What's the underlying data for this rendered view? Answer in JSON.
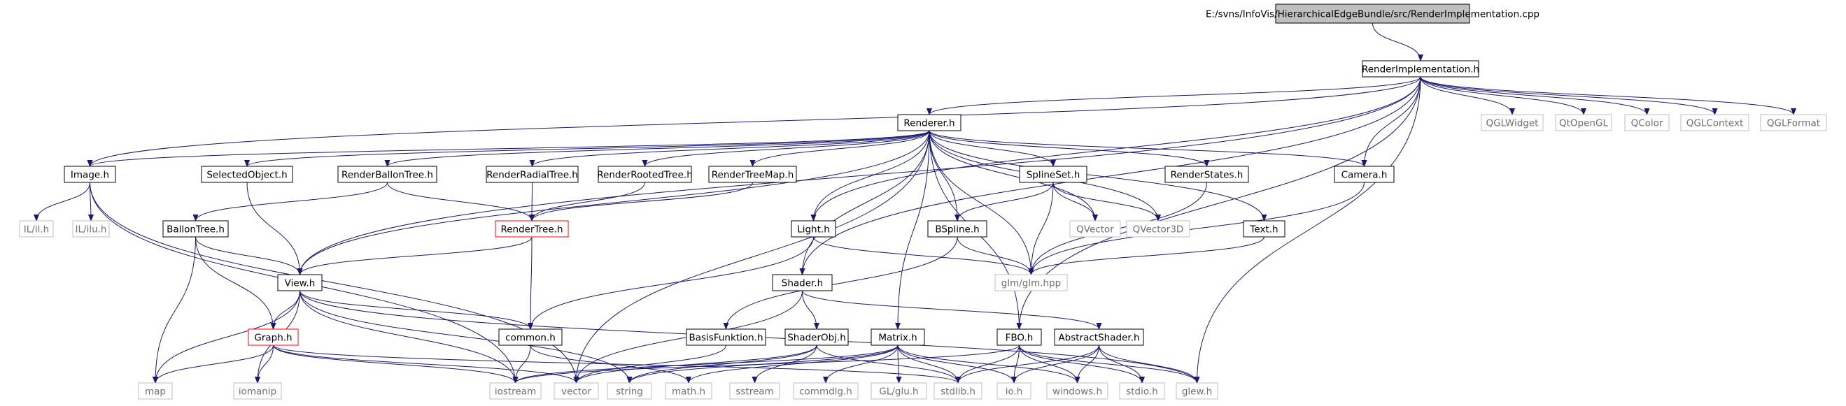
{
  "graph": {
    "colors": {
      "edge": "#191970",
      "root_fill": "#bfbfbf",
      "node_fill": "#ffffff",
      "node_border": "#000000",
      "external_border": "#bfbfbf",
      "truncated_border": "#ff0000",
      "text": "#000000",
      "external_text": "#707070"
    },
    "nodes": [
      {
        "id": "root",
        "label": "E:/svns/InfoVis/HierarchicalEdgeBundle/src/RenderImplementation.cpp",
        "kind": "root"
      },
      {
        "id": "rimpl",
        "label": "RenderImplementation.h",
        "kind": "local"
      },
      {
        "id": "renderer",
        "label": "Renderer.h",
        "kind": "local"
      },
      {
        "id": "qglwidget",
        "label": "QGLWidget",
        "kind": "external"
      },
      {
        "id": "qtopengl",
        "label": "QtOpenGL",
        "kind": "external"
      },
      {
        "id": "qcolor",
        "label": "QColor",
        "kind": "external"
      },
      {
        "id": "qglcontext",
        "label": "QGLContext",
        "kind": "external"
      },
      {
        "id": "qglformat",
        "label": "QGLFormat",
        "kind": "external"
      },
      {
        "id": "image",
        "label": "Image.h",
        "kind": "local"
      },
      {
        "id": "selobj",
        "label": "SelectedObject.h",
        "kind": "local"
      },
      {
        "id": "rballon",
        "label": "RenderBallonTree.h",
        "kind": "local"
      },
      {
        "id": "rradial",
        "label": "RenderRadialTree.h",
        "kind": "local"
      },
      {
        "id": "rrooted",
        "label": "RenderRootedTree.h",
        "kind": "local"
      },
      {
        "id": "rtreemap",
        "label": "RenderTreeMap.h",
        "kind": "local"
      },
      {
        "id": "splineset",
        "label": "SplineSet.h",
        "kind": "local"
      },
      {
        "id": "rstates",
        "label": "RenderStates.h",
        "kind": "local"
      },
      {
        "id": "camera",
        "label": "Camera.h",
        "kind": "local"
      },
      {
        "id": "ilil",
        "label": "IL/il.h",
        "kind": "external"
      },
      {
        "id": "ililu",
        "label": "IL/ilu.h",
        "kind": "external"
      },
      {
        "id": "ballontree",
        "label": "BallonTree.h",
        "kind": "local"
      },
      {
        "id": "rendertree",
        "label": "RenderTree.h",
        "kind": "truncated"
      },
      {
        "id": "light",
        "label": "Light.h",
        "kind": "local"
      },
      {
        "id": "bspline",
        "label": "BSpline.h",
        "kind": "local"
      },
      {
        "id": "qvector",
        "label": "QVector",
        "kind": "external"
      },
      {
        "id": "qvector3d",
        "label": "QVector3D",
        "kind": "external"
      },
      {
        "id": "text",
        "label": "Text.h",
        "kind": "local"
      },
      {
        "id": "view",
        "label": "View.h",
        "kind": "local"
      },
      {
        "id": "shader",
        "label": "Shader.h",
        "kind": "local"
      },
      {
        "id": "glm",
        "label": "glm/glm.hpp",
        "kind": "external"
      },
      {
        "id": "graph",
        "label": "Graph.h",
        "kind": "truncated"
      },
      {
        "id": "common",
        "label": "common.h",
        "kind": "local"
      },
      {
        "id": "basisf",
        "label": "BasisFunktion.h",
        "kind": "local"
      },
      {
        "id": "shaderobj",
        "label": "ShaderObj.h",
        "kind": "local"
      },
      {
        "id": "matrix",
        "label": "Matrix.h",
        "kind": "local"
      },
      {
        "id": "fbo",
        "label": "FBO.h",
        "kind": "local"
      },
      {
        "id": "abstractshader",
        "label": "AbstractShader.h",
        "kind": "local"
      },
      {
        "id": "map",
        "label": "map",
        "kind": "external"
      },
      {
        "id": "iomanip",
        "label": "iomanip",
        "kind": "external"
      },
      {
        "id": "iostream",
        "label": "iostream",
        "kind": "external"
      },
      {
        "id": "vector",
        "label": "vector",
        "kind": "external"
      },
      {
        "id": "string",
        "label": "string",
        "kind": "external"
      },
      {
        "id": "mathh",
        "label": "math.h",
        "kind": "external"
      },
      {
        "id": "sstream",
        "label": "sstream",
        "kind": "external"
      },
      {
        "id": "commdlg",
        "label": "commdlg.h",
        "kind": "external"
      },
      {
        "id": "glglu",
        "label": "GL/glu.h",
        "kind": "external"
      },
      {
        "id": "stdlib",
        "label": "stdlib.h",
        "kind": "external"
      },
      {
        "id": "ioh",
        "label": "io.h",
        "kind": "external"
      },
      {
        "id": "windows",
        "label": "windows.h",
        "kind": "external"
      },
      {
        "id": "stdio",
        "label": "stdio.h",
        "kind": "external"
      },
      {
        "id": "glew",
        "label": "glew.h",
        "kind": "external"
      }
    ],
    "edges": [
      [
        "root",
        "rimpl"
      ],
      [
        "rimpl",
        "renderer"
      ],
      [
        "rimpl",
        "qglwidget"
      ],
      [
        "rimpl",
        "qtopengl"
      ],
      [
        "rimpl",
        "qcolor"
      ],
      [
        "rimpl",
        "qglcontext"
      ],
      [
        "rimpl",
        "qglformat"
      ],
      [
        "rimpl",
        "image"
      ],
      [
        "rimpl",
        "view"
      ],
      [
        "rimpl",
        "light"
      ],
      [
        "rimpl",
        "shader"
      ],
      [
        "rimpl",
        "camera"
      ],
      [
        "rimpl",
        "fbo"
      ],
      [
        "rimpl",
        "glew"
      ],
      [
        "renderer",
        "image"
      ],
      [
        "renderer",
        "selobj"
      ],
      [
        "renderer",
        "rballon"
      ],
      [
        "renderer",
        "rradial"
      ],
      [
        "renderer",
        "rrooted"
      ],
      [
        "renderer",
        "rtreemap"
      ],
      [
        "renderer",
        "splineset"
      ],
      [
        "renderer",
        "rstates"
      ],
      [
        "renderer",
        "camera"
      ],
      [
        "renderer",
        "text"
      ],
      [
        "renderer",
        "view"
      ],
      [
        "renderer",
        "light"
      ],
      [
        "renderer",
        "bspline"
      ],
      [
        "renderer",
        "qvector"
      ],
      [
        "renderer",
        "qvector3d"
      ],
      [
        "renderer",
        "shader"
      ],
      [
        "renderer",
        "glm"
      ],
      [
        "renderer",
        "matrix"
      ],
      [
        "renderer",
        "vector"
      ],
      [
        "renderer",
        "fbo"
      ],
      [
        "image",
        "ilil"
      ],
      [
        "image",
        "ililu"
      ],
      [
        "image",
        "iostream"
      ],
      [
        "image",
        "vector"
      ],
      [
        "selobj",
        "view"
      ],
      [
        "rballon",
        "ballontree"
      ],
      [
        "rballon",
        "rendertree"
      ],
      [
        "rradial",
        "rendertree"
      ],
      [
        "rrooted",
        "rendertree"
      ],
      [
        "rtreemap",
        "rendertree"
      ],
      [
        "splineset",
        "bspline"
      ],
      [
        "splineset",
        "qvector"
      ],
      [
        "splineset",
        "qvector3d"
      ],
      [
        "splineset",
        "glm"
      ],
      [
        "rstates",
        "glm"
      ],
      [
        "camera",
        "glm"
      ],
      [
        "text",
        "glm"
      ],
      [
        "ballontree",
        "view"
      ],
      [
        "ballontree",
        "graph"
      ],
      [
        "ballontree",
        "map"
      ],
      [
        "rendertree",
        "view"
      ],
      [
        "rendertree",
        "common"
      ],
      [
        "light",
        "glm"
      ],
      [
        "light",
        "common"
      ],
      [
        "bspline",
        "glm"
      ],
      [
        "bspline",
        "basisf"
      ],
      [
        "view",
        "graph"
      ],
      [
        "view",
        "common"
      ],
      [
        "view",
        "map"
      ],
      [
        "view",
        "iomanip"
      ],
      [
        "view",
        "iostream"
      ],
      [
        "view",
        "string"
      ],
      [
        "view",
        "glew"
      ],
      [
        "shader",
        "shaderobj"
      ],
      [
        "shader",
        "abstractshader"
      ],
      [
        "shader",
        "vector"
      ],
      [
        "graph",
        "map"
      ],
      [
        "graph",
        "iomanip"
      ],
      [
        "graph",
        "iostream"
      ],
      [
        "graph",
        "vector"
      ],
      [
        "graph",
        "stdlib"
      ],
      [
        "common",
        "iostream"
      ],
      [
        "common",
        "mathh"
      ],
      [
        "basisf",
        "vector"
      ],
      [
        "shaderobj",
        "vector"
      ],
      [
        "shaderobj",
        "sstream"
      ],
      [
        "shaderobj",
        "string"
      ],
      [
        "shaderobj",
        "stdlib"
      ],
      [
        "matrix",
        "iostream"
      ],
      [
        "matrix",
        "mathh"
      ],
      [
        "matrix",
        "commdlg"
      ],
      [
        "matrix",
        "glglu"
      ],
      [
        "matrix",
        "stdlib"
      ],
      [
        "matrix",
        "ioh"
      ],
      [
        "matrix",
        "windows"
      ],
      [
        "matrix",
        "string"
      ],
      [
        "fbo",
        "iostream"
      ],
      [
        "fbo",
        "stdlib"
      ],
      [
        "fbo",
        "ioh"
      ],
      [
        "fbo",
        "windows"
      ],
      [
        "fbo",
        "stdio"
      ],
      [
        "fbo",
        "glew"
      ],
      [
        "abstractshader",
        "stdlib"
      ],
      [
        "abstractshader",
        "ioh"
      ],
      [
        "abstractshader",
        "windows"
      ],
      [
        "abstractshader",
        "stdio"
      ],
      [
        "abstractshader",
        "glew"
      ]
    ]
  }
}
